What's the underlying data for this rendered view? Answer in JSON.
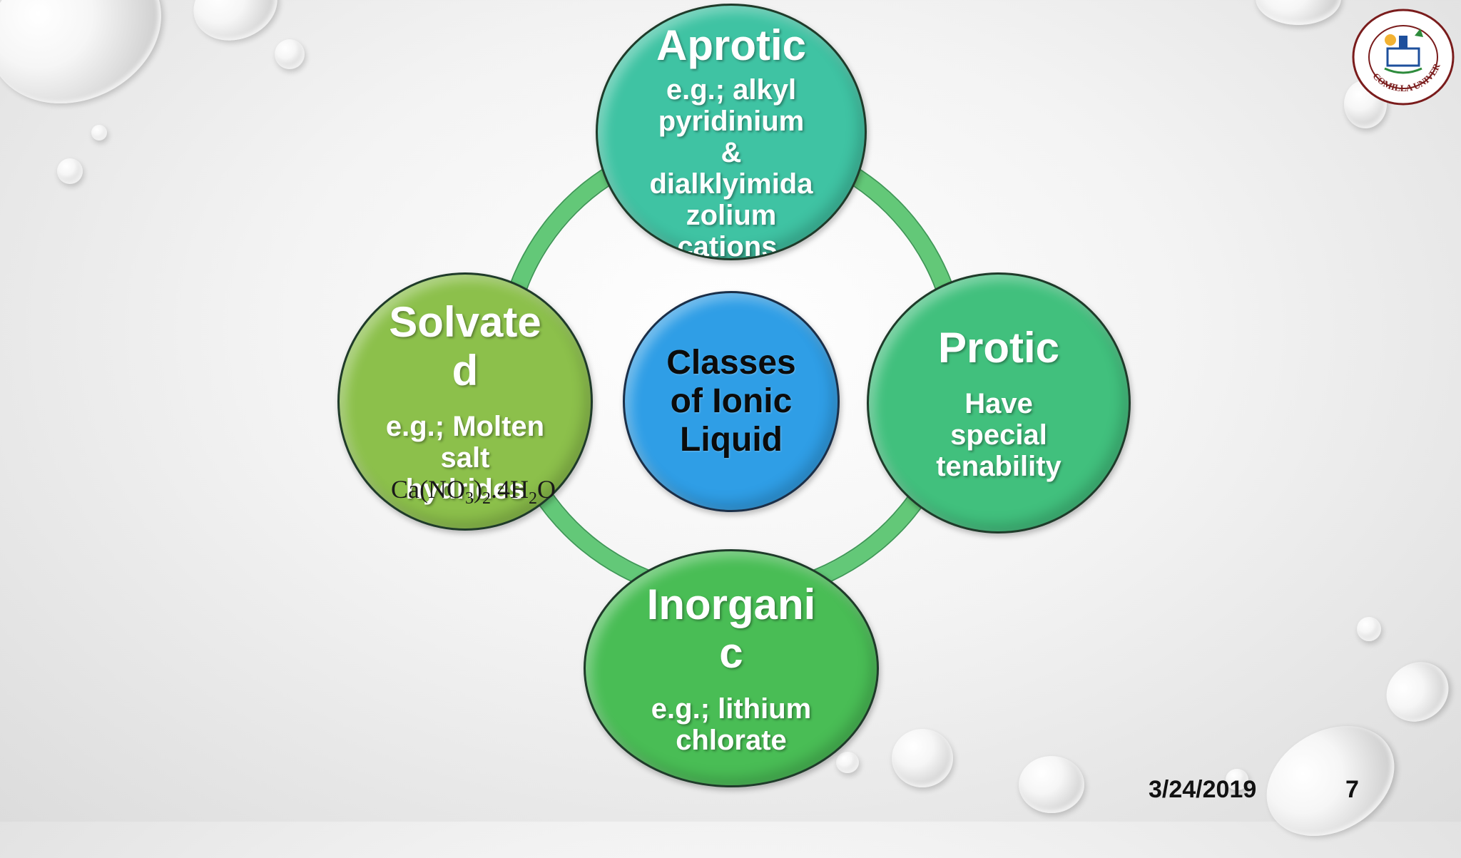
{
  "diagram": {
    "center": {
      "lines": [
        "Classes",
        "of Ionic",
        "Liquid"
      ]
    },
    "nodes": {
      "aprotic": {
        "title": "Aprotic",
        "body_lines": [
          "e.g.; alkyl",
          "pyridinium",
          "&",
          "dialklyimida",
          "zolium",
          "cations."
        ]
      },
      "protic": {
        "title": "Protic",
        "body_lines": [
          "Have",
          "special",
          "tenability"
        ]
      },
      "inorganic": {
        "title_lines": [
          "Inorgani",
          "c"
        ],
        "body_lines": [
          "e.g.; lithium",
          "chlorate"
        ]
      },
      "solvated": {
        "title_lines": [
          "Solvate",
          "d"
        ],
        "body_lines": [
          "e.g.; Molten",
          "salt",
          "hydrides"
        ]
      }
    },
    "formula": {
      "a": "Ca(NO",
      "sub1": "3",
      "b": ")",
      "sub2": "2",
      "c": ".4H",
      "sub3": "2",
      "d": "O"
    }
  },
  "footer": {
    "date": "3/24/2019",
    "page": "7"
  },
  "logo": {
    "text": "COMILLA UNIVERSITY",
    "icon": "university-seal-icon"
  },
  "colors": {
    "aprotic": "#3fc3a3",
    "protic": "#41c07d",
    "inorganic": "#49bd55",
    "solvated": "#8cc04b",
    "center": "#2f9ee6",
    "ring": "#63c878"
  }
}
